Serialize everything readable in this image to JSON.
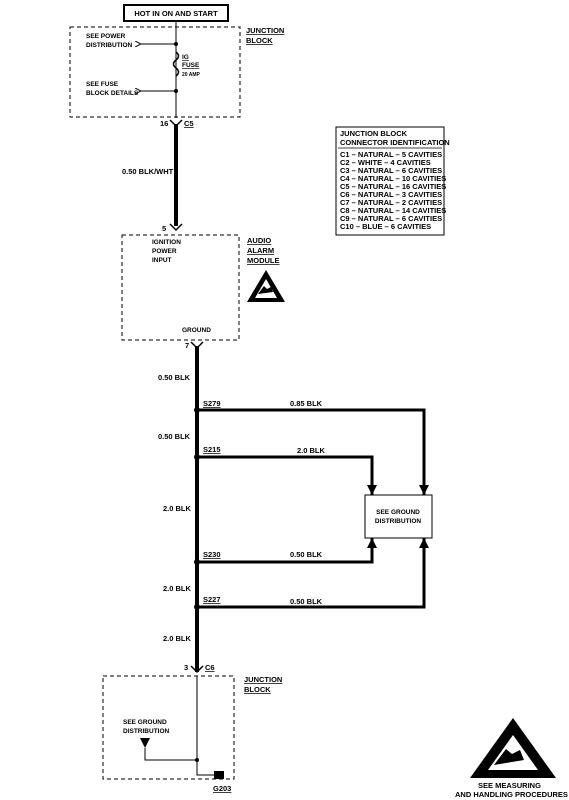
{
  "header": {
    "label": "HOT IN ON AND START"
  },
  "top_block": {
    "title_line1": "JUNCTION",
    "title_line2": "BLOCK",
    "power_dist_line1": "SEE POWER",
    "power_dist_line2": "DISTRIBUTION",
    "fuse_name_line1": "IG",
    "fuse_name_line2": "FUSE",
    "fuse_rating": "20 AMP",
    "fuse_details_line1": "SEE FUSE",
    "fuse_details_line2": "BLOCK DETAILS",
    "connector_pin": "16",
    "connector_name": "C5"
  },
  "wires": {
    "feed": "0.50 BLK/WHT",
    "seg1": "0.50 BLK",
    "seg2": "0.50 BLK",
    "seg3": "2.0 BLK",
    "seg4": "2.0 BLK",
    "seg5": "2.0 BLK",
    "s279_branch": "0.85 BLK",
    "s215_branch": "2.0 BLK",
    "s230_branch": "0.50 BLK",
    "s227_branch": "0.50 BLK"
  },
  "splices": {
    "s279": "S279",
    "s215": "S215",
    "s230": "S230",
    "s227": "S227"
  },
  "connector_table": {
    "title_line1": "JUNCTION BLOCK",
    "title_line2": "CONNECTOR IDENTIFICATION",
    "rows": [
      "C1 – NATURAL – 5 CAVITIES",
      "C2 – WHITE – 4 CAVITIES",
      "C3 – NATURAL – 6 CAVITIES",
      "C4 – NATURAL – 10 CAVITIES",
      "C5 – NATURAL – 16 CAVITIES",
      "C6 – NATURAL – 3 CAVITIES",
      "C7 – NATURAL – 2 CAVITIES",
      "C8 – NATURAL – 14 CAVITIES",
      "C9 – NATURAL – 6 CAVITIES",
      "C10 – BLUE – 6 CAVITIES"
    ]
  },
  "module": {
    "title_line1": "AUDIO",
    "title_line2": "ALARM",
    "title_line3": "MODULE",
    "input_line1": "IGNITION",
    "input_line2": "POWER",
    "input_line3": "INPUT",
    "ground_label": "GROUND",
    "input_pin": "5",
    "ground_pin": "7"
  },
  "ground_dist": {
    "line1": "SEE GROUND",
    "line2": "DISTRIBUTION"
  },
  "bottom_block": {
    "title_line1": "JUNCTION",
    "title_line2": "BLOCK",
    "connector_pin": "3",
    "connector_name": "C6",
    "ground_ref_line1": "SEE GROUND",
    "ground_ref_line2": "DISTRIBUTION",
    "ground_id": "G203"
  },
  "esd_note": {
    "line1": "SEE MEASURING",
    "line2": "AND HANDLING PROCEDURES"
  }
}
